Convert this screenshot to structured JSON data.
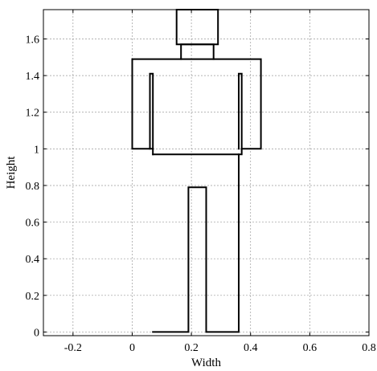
{
  "chart_data": {
    "type": "line",
    "title": "",
    "xlabel": "Width",
    "ylabel": "Height",
    "xlim": [
      -0.3,
      0.8
    ],
    "ylim": [
      -0.02,
      1.76
    ],
    "grid": true,
    "x_ticks": [
      -0.2,
      0,
      0.2,
      0.4,
      0.6,
      0.8
    ],
    "x_tick_labels": [
      "-0.2",
      "0",
      "0.2",
      "0.4",
      "0.6",
      "0.8"
    ],
    "y_ticks": [
      0,
      0.2,
      0.4,
      0.6,
      0.8,
      1,
      1.2,
      1.4,
      1.6
    ],
    "y_tick_labels": [
      "0",
      "0.2",
      "0.4",
      "0.6",
      "0.8",
      "1",
      "1.2",
      "1.4",
      "1.6"
    ],
    "line_color": "#000000",
    "series": [
      {
        "part": "head",
        "x": [
          0.15,
          0.29,
          0.29,
          0.15,
          0.15
        ],
        "y": [
          1.57,
          1.57,
          1.76,
          1.76,
          1.57
        ]
      },
      {
        "part": "neck",
        "x": [
          0.165,
          0.165,
          0.275,
          0.275
        ],
        "y": [
          1.49,
          1.57,
          1.57,
          1.49
        ]
      },
      {
        "part": "outer-outline",
        "x": [
          0.07,
          0.07,
          0.0,
          0.0,
          0.435,
          0.435,
          0.37,
          0.37,
          0.36,
          0.36,
          0.25,
          0.25,
          0.19,
          0.19,
          0.07
        ],
        "y": [
          0.97,
          1.0,
          1.0,
          1.49,
          1.49,
          1.0,
          1.0,
          0.97,
          0.97,
          0.0,
          0.0,
          0.79,
          0.79,
          0.0,
          0.0
        ]
      },
      {
        "part": "waist",
        "x": [
          0.07,
          0.36
        ],
        "y": [
          0.97,
          0.97
        ]
      },
      {
        "part": "left-arm-inner",
        "x": [
          0.07,
          0.07,
          0.06,
          0.06
        ],
        "y": [
          1.0,
          1.41,
          1.41,
          1.0
        ]
      },
      {
        "part": "right-arm-inner",
        "x": [
          0.36,
          0.36,
          0.37,
          0.37
        ],
        "y": [
          1.0,
          1.41,
          1.41,
          1.0
        ]
      }
    ]
  }
}
